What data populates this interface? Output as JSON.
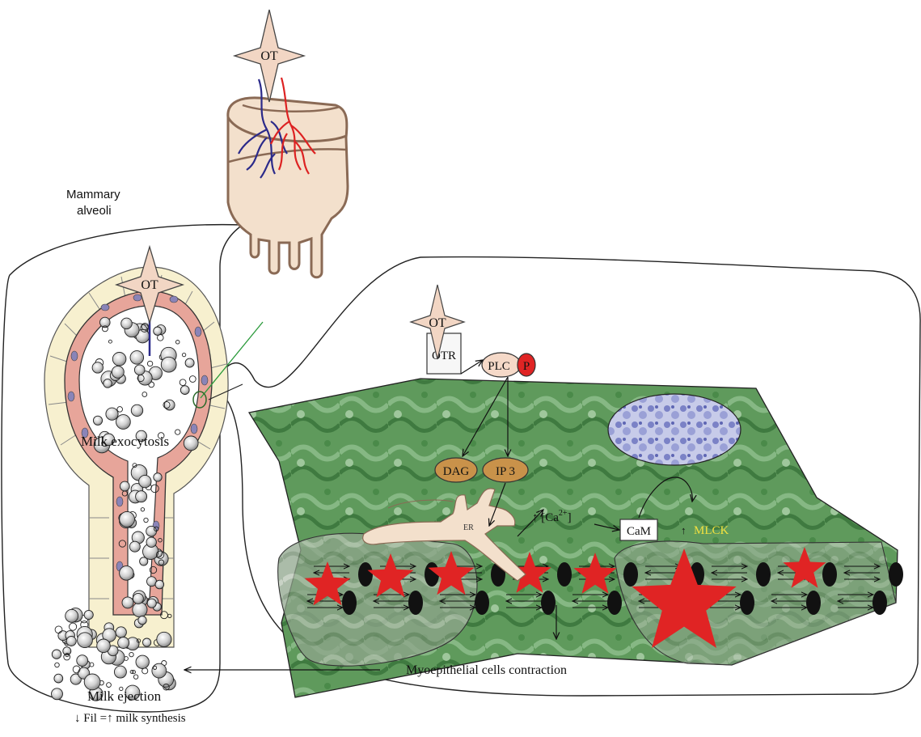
{
  "labels": {
    "mammary_alveoli_line1": "Mammary",
    "mammary_alveoli_line2": "alveoli",
    "ot_top": "OT",
    "ot_alveolus": "OT",
    "ot_receptor": "OT",
    "otr": "OTR",
    "plc": "PLC",
    "p": "P",
    "dag": "DAG",
    "ip3": "IP 3",
    "er": "ER",
    "ca_prefix": "↑ [Ca",
    "ca_sup": "2+",
    "ca_suffix": "]",
    "cam": "CaM",
    "mlck_arrow": "↑",
    "mlck": "MLCK",
    "milk_exocytosis": "Milk exocytosis",
    "milk_ejection": "Milk ejection",
    "fil": "↓ Fil =↑ milk synthesis",
    "myo_contraction": "Myoepithelial cells contraction"
  },
  "colors": {
    "ot_star_fill": "#f2d6c4",
    "ot_star_stroke": "#444444",
    "nerve_blue": "#2b2a8a",
    "nerve_red": "#dd2222",
    "cell_green": "#5f9a5c",
    "cell_green_dark": "#3f7a40",
    "nucleus": "#7c84c8",
    "myo_star": "#e02424",
    "pill_fill": "#c9924a",
    "mlck_text": "#f0e040",
    "plc_fill": "#f5d9c8",
    "p_fill": "#e02424",
    "epithelium_pink": "#e7a59a",
    "outer_cells": "#f7f0cf",
    "er_fill": "#f3e0cc",
    "green_line": "#2a9a3a"
  },
  "icons": {
    "ot_symbol": "four-point-star",
    "myofilament_stars": "red-star",
    "actin_myosin": "double-arrows",
    "dense_bodies": "black-ellipses"
  }
}
